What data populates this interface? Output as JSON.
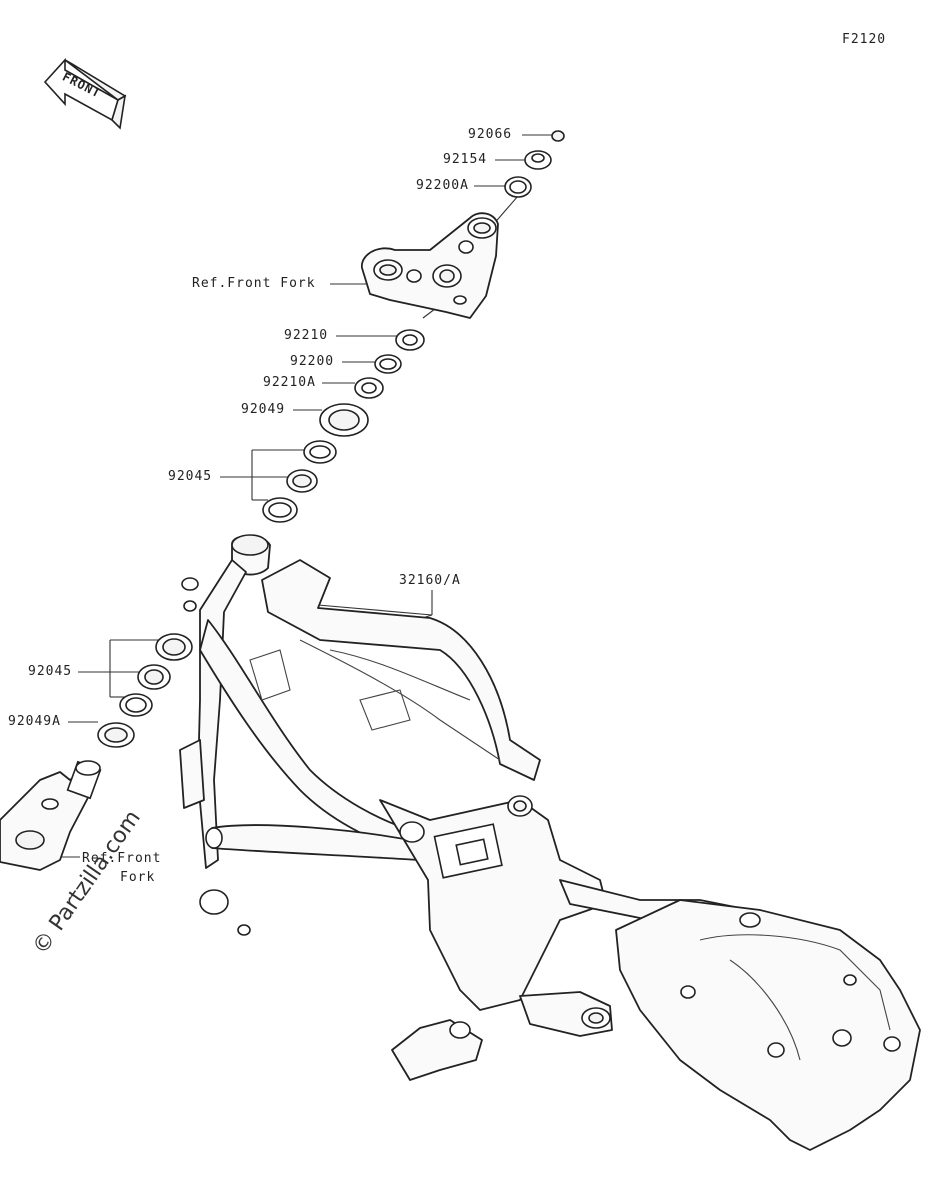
{
  "diagram": {
    "figure_code": "F2120",
    "direction_label": "FRONT",
    "watermark": "© Partzilla.com",
    "part_labels": {
      "p92066": "92066",
      "p92154": "92154",
      "p92200A": "92200A",
      "ref_front_fork_upper": "Ref.Front Fork",
      "p92210": "92210",
      "p92200": "92200",
      "p92210A": "92210A",
      "p92049": "92049",
      "p92045_upper": "92045",
      "p32160A": "32160/A",
      "p92045_lower": "92045",
      "p92049A": "92049A",
      "ref_front_fork_lower_1": "Ref.Front",
      "ref_front_fork_lower_2": "Fork"
    }
  }
}
